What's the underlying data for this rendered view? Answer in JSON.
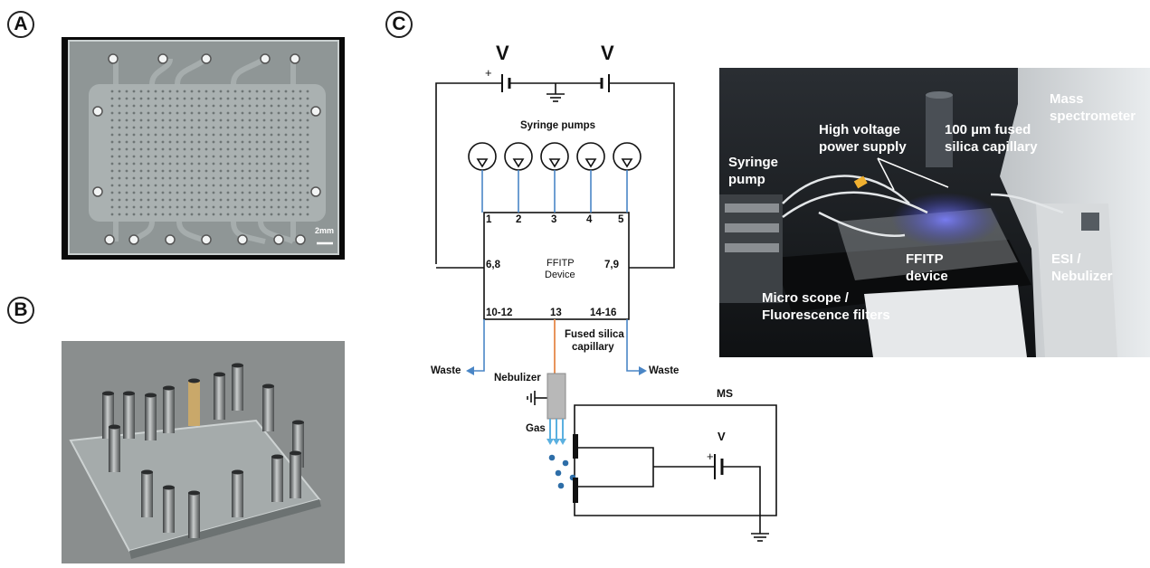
{
  "panels": {
    "a": "A",
    "b": "B",
    "c": "C"
  },
  "panel_a": {
    "scale_bar": "2mm"
  },
  "circuit": {
    "voltage_left": "V",
    "voltage_right": "V",
    "voltage_ms": "V",
    "plus": "+",
    "syringe_pumps": "Syringe pumps",
    "device_line1": "FFITP",
    "device_line2": "Device",
    "ports_top": [
      "1",
      "2",
      "3",
      "4",
      "5"
    ],
    "port_left": "6,8",
    "port_right": "7,9",
    "port_bottom_left": "10-12",
    "port_bottom_mid": "13",
    "port_bottom_right": "14-16",
    "capillary_line1": "Fused silica",
    "capillary_line2": "capillary",
    "waste_left": "Waste",
    "waste_right": "Waste",
    "nebulizer": "Nebulizer",
    "gas": "Gas",
    "ms": "MS"
  },
  "photo": {
    "high_voltage_line1": "High voltage",
    "high_voltage_line2": "power supply",
    "capillary_line1": "100 µm fused",
    "capillary_line2": "silica capillary",
    "mass_spec_line1": "Mass",
    "mass_spec_line2": "spectrometer",
    "syringe_line1": "Syringe",
    "syringe_line2": "pump",
    "ffitp_line1": "FFITP",
    "ffitp_line2": "device",
    "esi_line1": "ESI /",
    "esi_line2": "Nebulizer",
    "micro_line1": "Micro scope /",
    "micro_line2": "Fluorescence filters"
  }
}
